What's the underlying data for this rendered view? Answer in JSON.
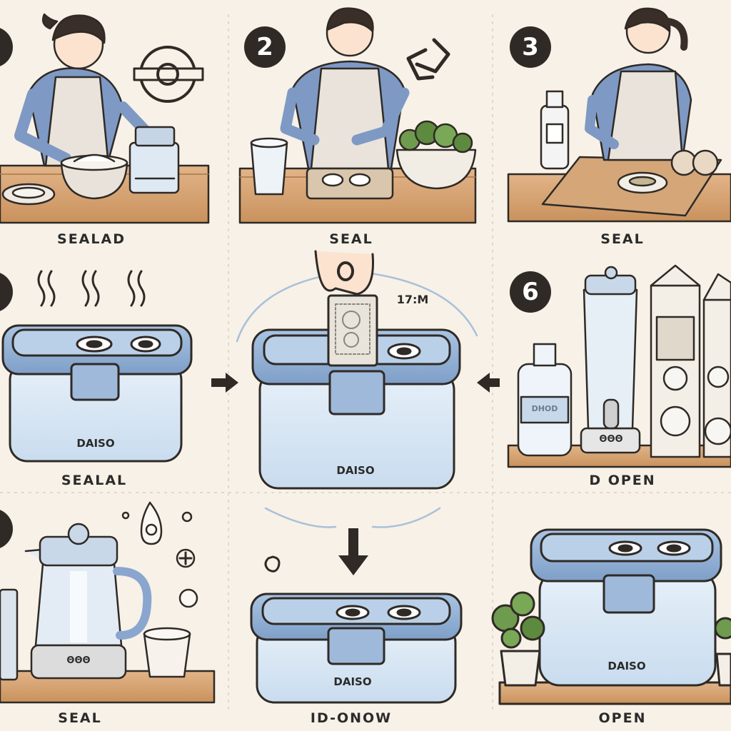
{
  "steps": [
    {
      "number": "2",
      "caption": "SEAL"
    },
    {
      "number": "3",
      "caption": "SEAL"
    },
    {
      "number": "6",
      "caption": "D OPEN"
    }
  ],
  "captions": {
    "top_left": "SEALAD",
    "middle_left": "SEALAL",
    "bottom_left": "SEAL",
    "bottom_center": "ID-ONOW",
    "bottom_right": "OPEN"
  },
  "container_brand": "DAISO",
  "timer_label": "17:M",
  "bottle_label": "DHOD",
  "appliance_label": "ΘΘΘ",
  "colors": {
    "background": "#f7f1e7",
    "lid_blue": "#8fb0d6",
    "container_blue": "#dbe8f5",
    "wood": "#d9a878",
    "outline": "#2f2a26",
    "apron": "#8aa6cf"
  }
}
